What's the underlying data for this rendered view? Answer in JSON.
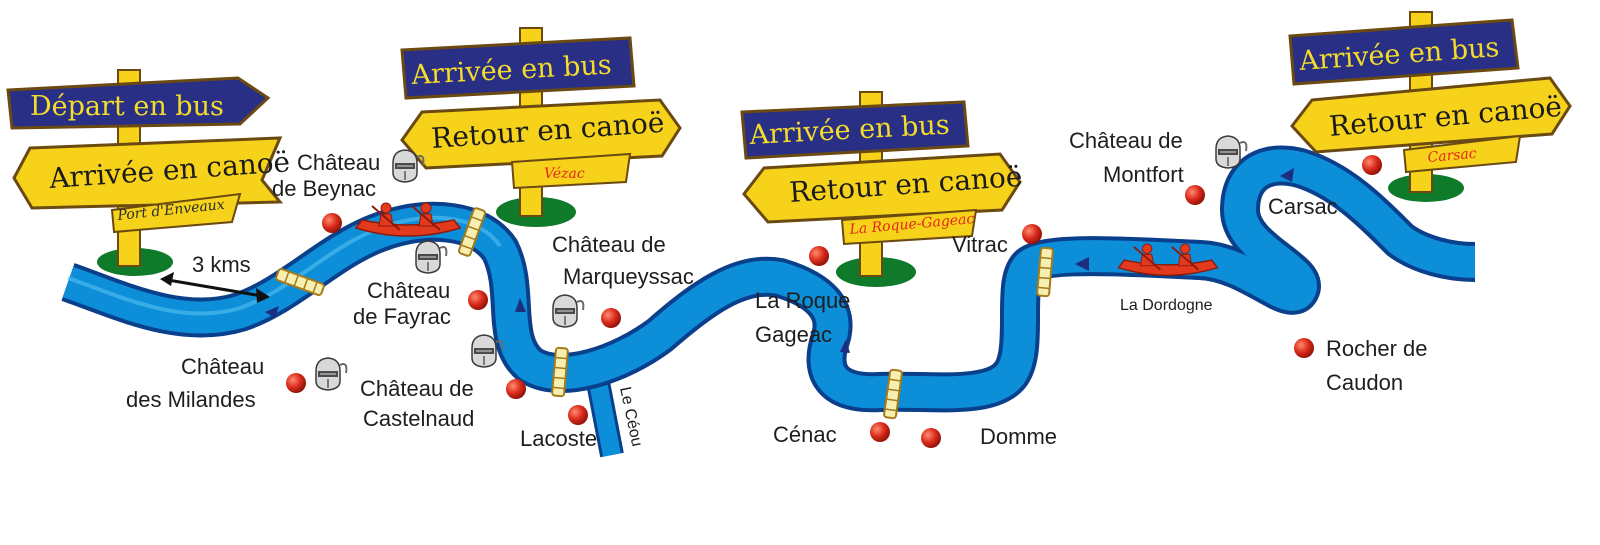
{
  "colors": {
    "river": "#0d8ed8",
    "river_edge": "#0a3f8c",
    "sign_blue": "#2a2f86",
    "sign_yellow": "#f6d21a",
    "sign_edge": "#6b4a12",
    "place_dot": "#d92a1a",
    "place_red_text": "#e5261a",
    "canoe": "#e33a1e",
    "grass": "#0f7a2a"
  },
  "signposts": [
    {
      "top": "Départ en bus",
      "bottom": "Arrivée en canoë",
      "place": "Port d'Enveaux",
      "place_color": "#2b2b2b"
    },
    {
      "top": "Arrivée en bus",
      "bottom": "Retour en canoë",
      "place": "Vézac",
      "place_color": "#e5261a"
    },
    {
      "top": "Arrivée en bus",
      "bottom": "Retour en canoë",
      "place": "La Roque-Gageac",
      "place_color": "#e5261a"
    },
    {
      "top": "Arrivée en bus",
      "bottom": "Retour en canoë",
      "place": "Carsac",
      "place_color": "#e5261a"
    }
  ],
  "places": {
    "beynac": [
      "Château",
      "de Beynac"
    ],
    "fayrac": [
      "Château",
      "de Fayrac"
    ],
    "milandes": [
      "Château",
      "des Milandes"
    ],
    "castelnaud": [
      "Château de",
      "Castelnaud"
    ],
    "marqueyssac": [
      "Château de",
      "Marqueyssac"
    ],
    "lacoste": "Lacoste",
    "roque": [
      "La Roque",
      "Gageac"
    ],
    "cenac": "Cénac",
    "domme": "Domme",
    "vitrac": "Vitrac",
    "montfort": [
      "Château de",
      "Montfort"
    ],
    "carsac": "Carsac",
    "caudon": [
      "Rocher de",
      "Caudon"
    ]
  },
  "river_names": {
    "dordogne": "La Dordogne",
    "ceou": "Le Céou"
  },
  "distance": "3 kms",
  "icons": {
    "castle": "knight-helmet-icon",
    "canoe": "canoe-icon",
    "bridge": "bridge-icon",
    "stop": "red-dot-icon"
  }
}
